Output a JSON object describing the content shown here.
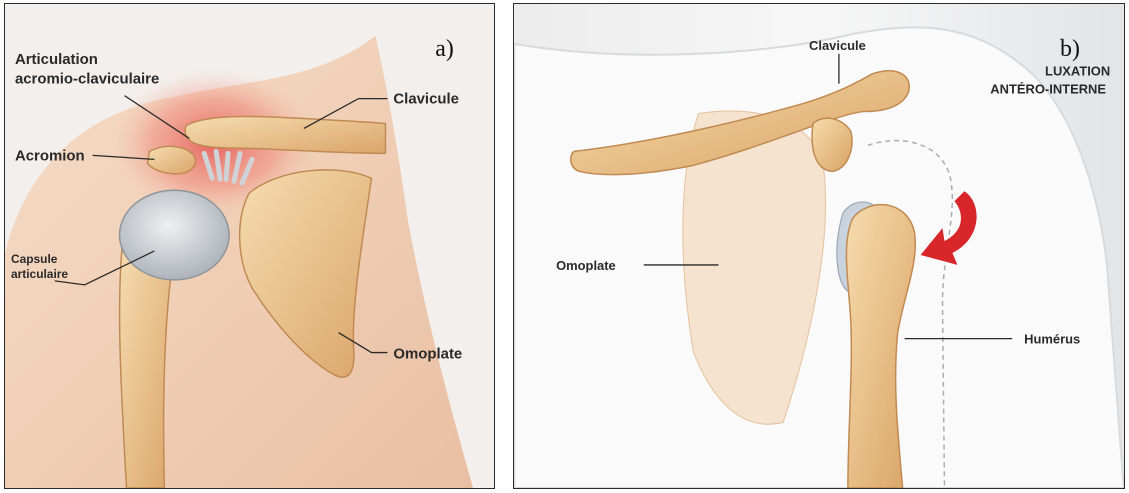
{
  "panel_a": {
    "letter": "a)",
    "labels": {
      "articulation_line1": "Articulation",
      "articulation_line2": "acromio-claviculaire",
      "acromion": "Acromion",
      "capsule_line1": "Capsule",
      "capsule_line2": "articulaire",
      "clavicule": "Clavicule",
      "omoplate": "Omoplate"
    }
  },
  "panel_b": {
    "letter": "b)",
    "title_line1": "LUXATION",
    "title_line2": "ANTÉRO-INTERNE",
    "labels": {
      "clavicule": "Clavicule",
      "omoplate": "Omoplate",
      "humerus": "Humérus"
    }
  },
  "colors": {
    "bone": "#e2b176",
    "bone_light": "#f3d9ac",
    "skin": "#f1d2bb",
    "capsule": "#c9cdd1",
    "inflammation": "#e35050",
    "arrow": "#d8262b"
  }
}
